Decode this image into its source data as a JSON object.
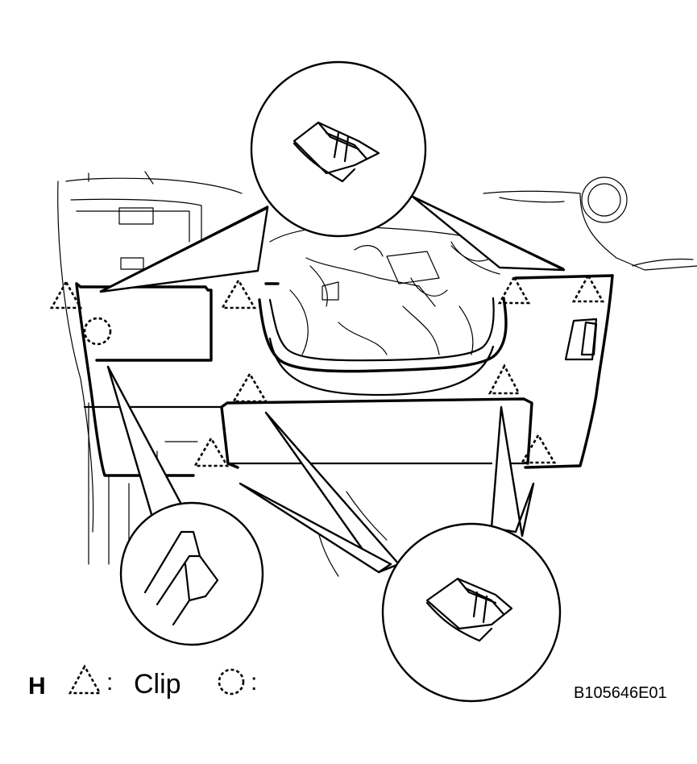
{
  "legend": {
    "letter": "H",
    "clip_symbol_icon": "dashed-triangle-icon",
    "clip_separator": ":",
    "clip_label": "Clip",
    "claw_symbol_icon": "dashed-circle-icon",
    "claw_separator": ":"
  },
  "figure_code": "B105646E01"
}
